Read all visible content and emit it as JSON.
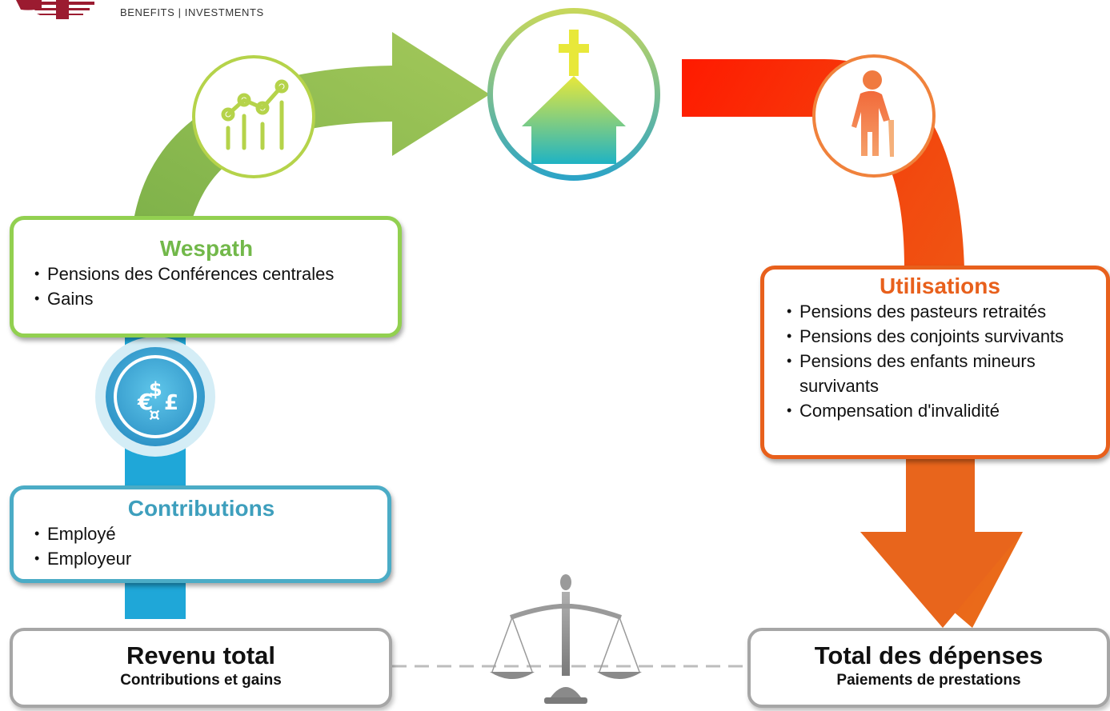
{
  "logo": {
    "tagline": "BENEFITS | INVESTMENTS"
  },
  "wespath": {
    "title": "Wespath",
    "items": [
      "Pensions des Conférences centrales",
      "Gains"
    ]
  },
  "contributions": {
    "title": "Contributions",
    "items": [
      "Employé",
      "Employeur"
    ]
  },
  "utilisations": {
    "title": "Utilisations",
    "items": [
      "Pensions des pasteurs retraités",
      "Pensions des conjoints survivants",
      "Pensions des enfants mineurs survivants",
      "Compensation d'invalidité"
    ]
  },
  "revenue": {
    "title": "Revenu total",
    "subtitle": "Contributions et gains"
  },
  "expenses": {
    "title": "Total des dépenses",
    "subtitle": "Paiements de prestations"
  },
  "icons": {
    "growth": "growth-chart-icon",
    "church": "church-icon",
    "retiree": "elderly-person-icon",
    "currency": "currency-exchange-icon",
    "scale": "balance-scale-icon"
  },
  "colors": {
    "green": "#92d050",
    "blue": "#4bacc6",
    "orange": "#e8601c",
    "red": "#ff0000",
    "gray": "#a6a6a6"
  }
}
